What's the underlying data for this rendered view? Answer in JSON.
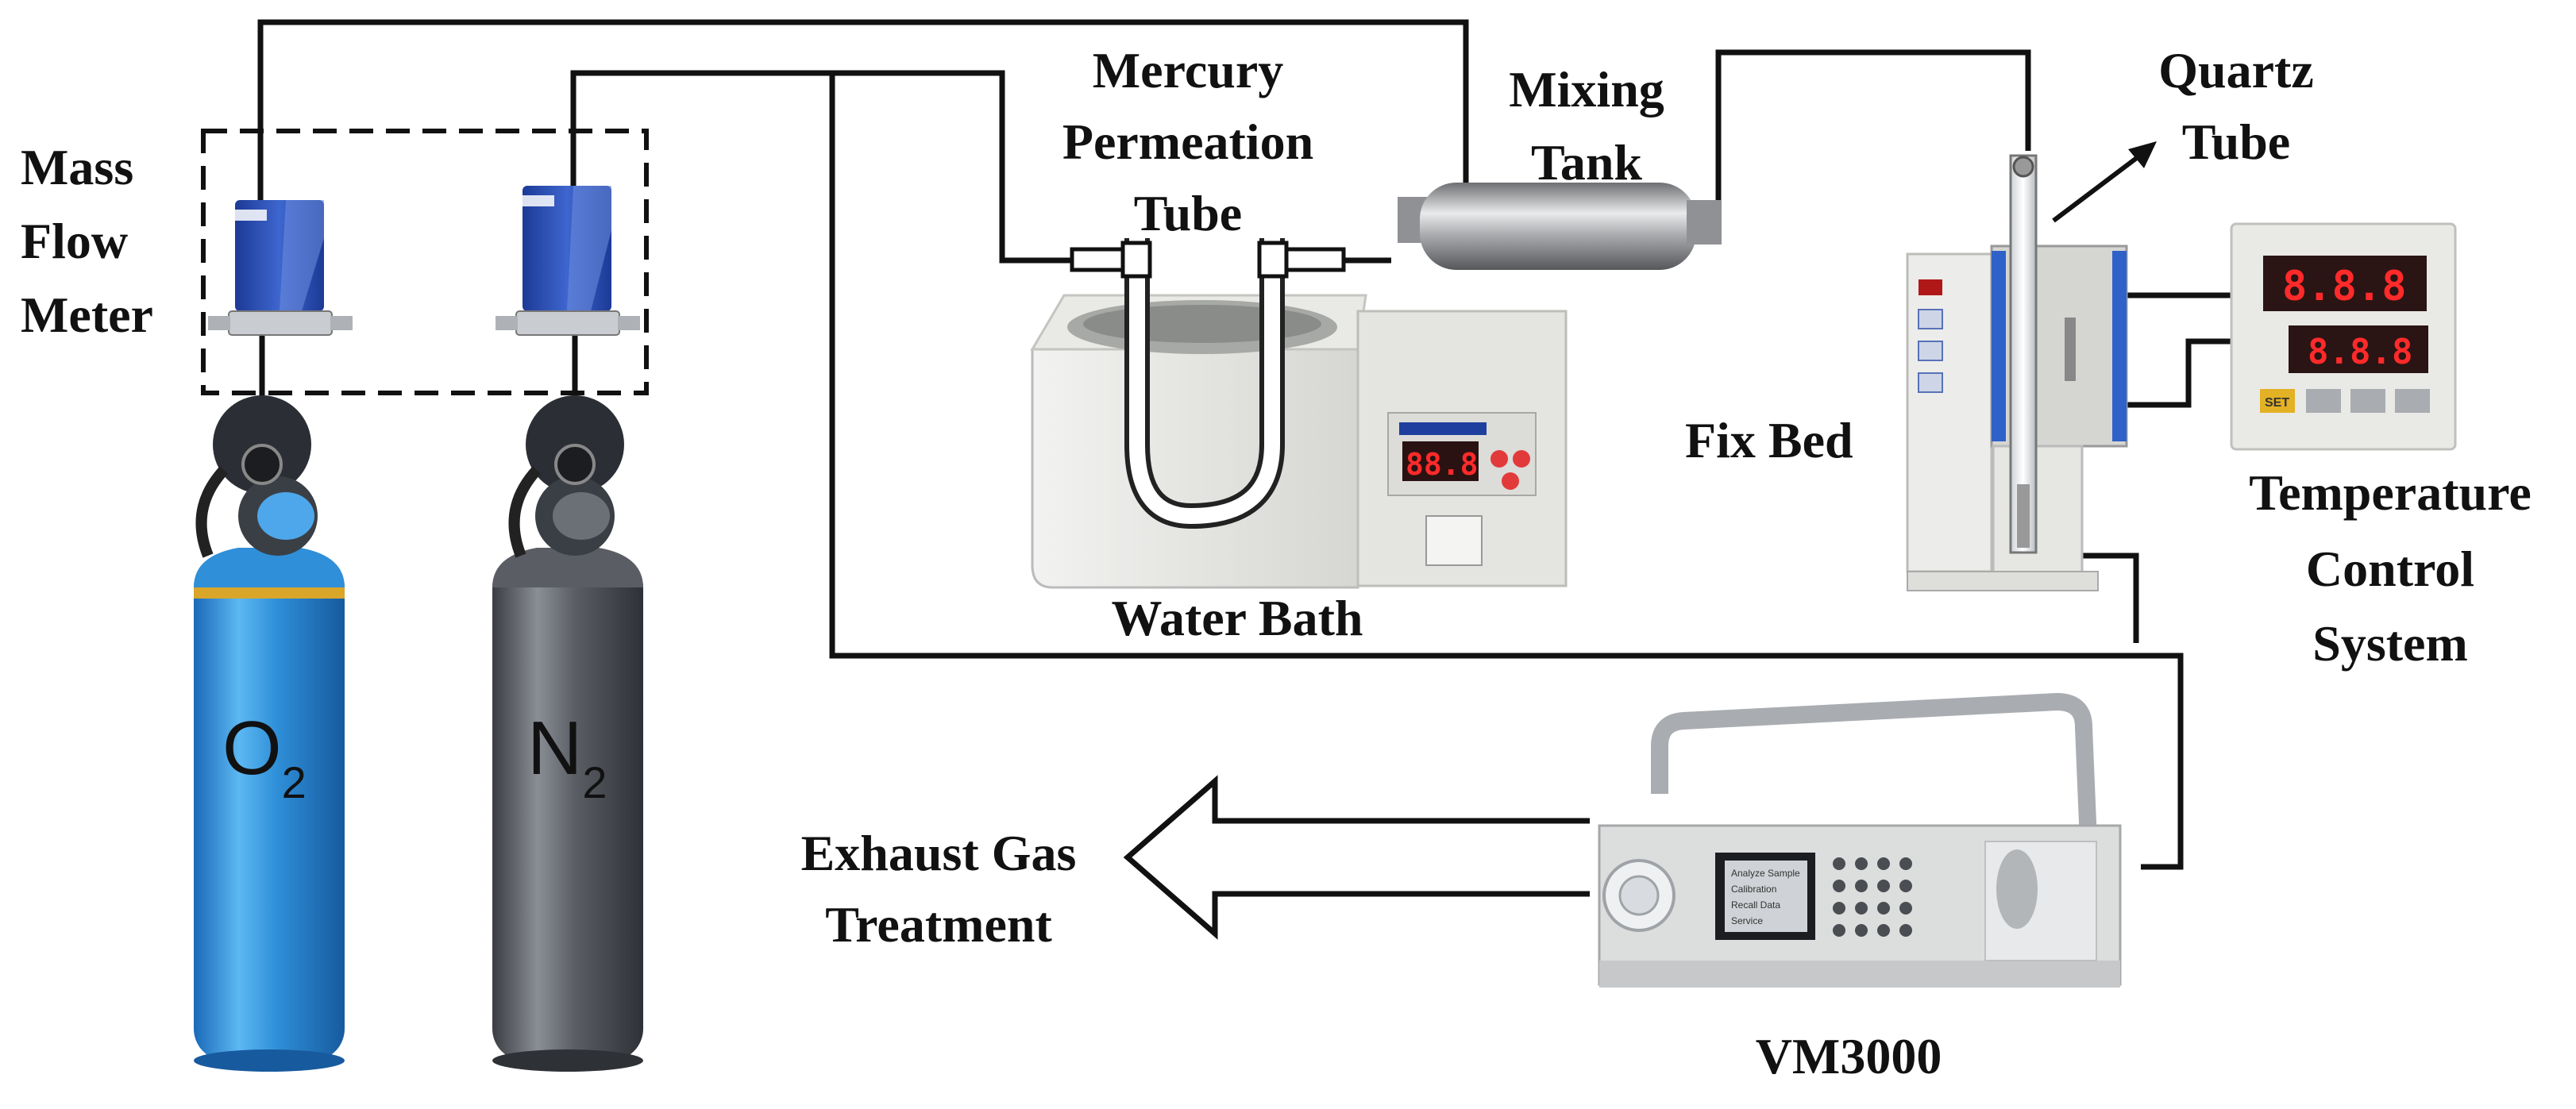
{
  "labels": {
    "mass_flow_meter": [
      "Mass",
      "Flow",
      "Meter"
    ],
    "mercury_permeation_tube": [
      "Mercury",
      "Permeation",
      "Tube"
    ],
    "mixing_tank": [
      "Mixing",
      "Tank"
    ],
    "quartz_tube": [
      "Quartz",
      "Tube"
    ],
    "fix_bed": "Fix Bed",
    "temperature_control_system": [
      "Temperature",
      "Control",
      "System"
    ],
    "water_bath": "Water Bath",
    "exhaust_gas_treatment": [
      "Exhaust Gas",
      "Treatment"
    ],
    "analyzer": "VM3000"
  },
  "cylinders": {
    "oxygen": {
      "symbol": "O",
      "subscript": "2",
      "color": "#2f8fd8"
    },
    "nitrogen": {
      "symbol": "N",
      "subscript": "2",
      "color": "#56595e"
    }
  },
  "temperature_display": {
    "top": "8.8.8",
    "bottom": "8.8.8",
    "set_key": "SET"
  },
  "bath_display": "88.8",
  "analyzer_menu": [
    "Analyze Sample",
    "Calibration",
    "Recall Data",
    "Service"
  ],
  "colors": {
    "line": "#111111",
    "device_blue": "#2a4fb5",
    "cabinet": "#e8e8e6"
  }
}
